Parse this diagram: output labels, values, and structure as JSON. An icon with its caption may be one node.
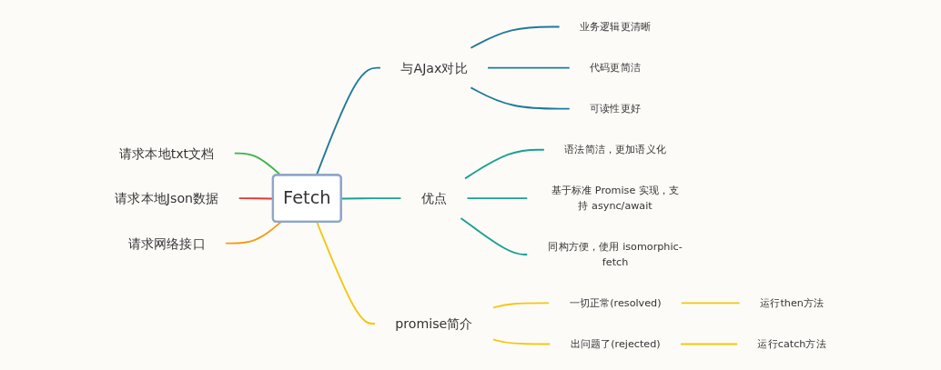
{
  "diagram": {
    "nodes": [
      {
        "text": [
          "Fetch"
        ]
      },
      {
        "text": [
          "请求本地txt文档"
        ]
      },
      {
        "text": [
          "请求本地Json数据"
        ]
      },
      {
        "text": [
          "请求网络接口"
        ]
      },
      {
        "text": [
          "与AJax对比"
        ]
      },
      {
        "text": [
          "业务逻辑更清晰"
        ]
      },
      {
        "text": [
          "代码更简洁"
        ]
      },
      {
        "text": [
          "可读性更好"
        ]
      },
      {
        "text": [
          "优点"
        ]
      },
      {
        "text": [
          "语法简洁，更加语义化"
        ]
      },
      {
        "text": [
          "基于标准 Promise 实现，支持 async/await"
        ]
      },
      {
        "text": [
          "同构方便，使用 isomorphic-fetch"
        ]
      },
      {
        "text": [
          "promise简介"
        ]
      },
      {
        "text": [
          "一切正常(resolved)"
        ]
      },
      {
        "text": [
          "运行then方法"
        ]
      },
      {
        "text": [
          "出问题了(rejected)"
        ]
      },
      {
        "text": [
          "运行catch方法"
        ]
      }
    ],
    "edges": [
      {
        "from": 1,
        "to": 0,
        "arrow": "none",
        "color": "#3cb34a"
      },
      {
        "from": 2,
        "to": 0,
        "arrow": "none",
        "color": "#e53935"
      },
      {
        "from": 3,
        "to": 0,
        "arrow": "none",
        "color": "#f39c12"
      },
      {
        "from": 0,
        "to": 4,
        "arrow": "none",
        "color": "#1f7a99"
      },
      {
        "from": 4,
        "to": 5,
        "arrow": "none",
        "color": "#1f7a99"
      },
      {
        "from": 4,
        "to": 6,
        "arrow": "none",
        "color": "#1f7a99"
      },
      {
        "from": 4,
        "to": 7,
        "arrow": "none",
        "color": "#1f7a99"
      },
      {
        "from": 0,
        "to": 8,
        "arrow": "none",
        "color": "#1aa08f"
      },
      {
        "from": 8,
        "to": 9,
        "arrow": "none",
        "color": "#1aa08f"
      },
      {
        "from": 8,
        "to": 10,
        "arrow": "none",
        "color": "#1aa08f"
      },
      {
        "from": 8,
        "to": 11,
        "arrow": "none",
        "color": "#1aa08f"
      },
      {
        "from": 0,
        "to": 12,
        "arrow": "none",
        "color": "#f2c811"
      },
      {
        "from": 12,
        "to": 13,
        "arrow": "none",
        "color": "#f2c811"
      },
      {
        "from": 13,
        "to": 14,
        "arrow": "none",
        "color": "#f2c811"
      },
      {
        "from": 12,
        "to": 15,
        "arrow": "none",
        "color": "#f2c811"
      },
      {
        "from": 15,
        "to": 16,
        "arrow": "none",
        "color": "#f2c811"
      }
    ]
  }
}
